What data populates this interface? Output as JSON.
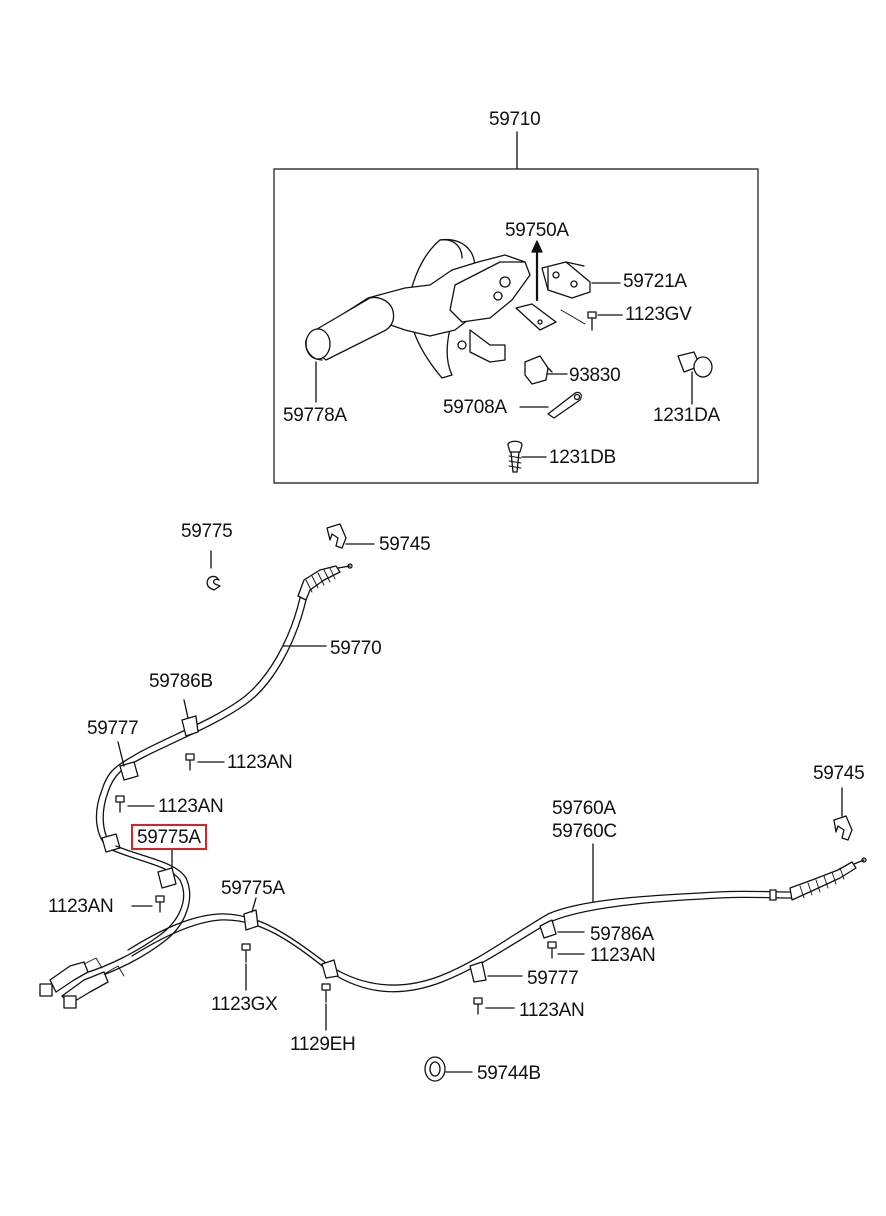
{
  "diagram": {
    "assembly_label": "59710",
    "highlight_color": "#e02020",
    "labels": {
      "p59750A": "59750A",
      "p59721A": "59721A",
      "p1123GV": "1123GV",
      "p93830": "93830",
      "p59778A": "59778A",
      "p59708A": "59708A",
      "p1231DA": "1231DA",
      "p1231DB": "1231DB",
      "p59775": "59775",
      "p59745a": "59745",
      "p59770": "59770",
      "p59786B": "59786B",
      "p59777a": "59777",
      "p1123AN_a": "1123AN",
      "p1123AN_b": "1123AN",
      "p59775A_hl": "59775A",
      "p1123AN_c": "1123AN",
      "p59775A": "59775A",
      "p1123GX": "1123GX",
      "p1129EH": "1129EH",
      "p59760A": "59760A",
      "p59760C": "59760C",
      "p59745b": "59745",
      "p59786A": "59786A",
      "p1123AN_d": "1123AN",
      "p59777b": "59777",
      "p1123AN_e": "1123AN",
      "p59744B": "59744B"
    }
  }
}
